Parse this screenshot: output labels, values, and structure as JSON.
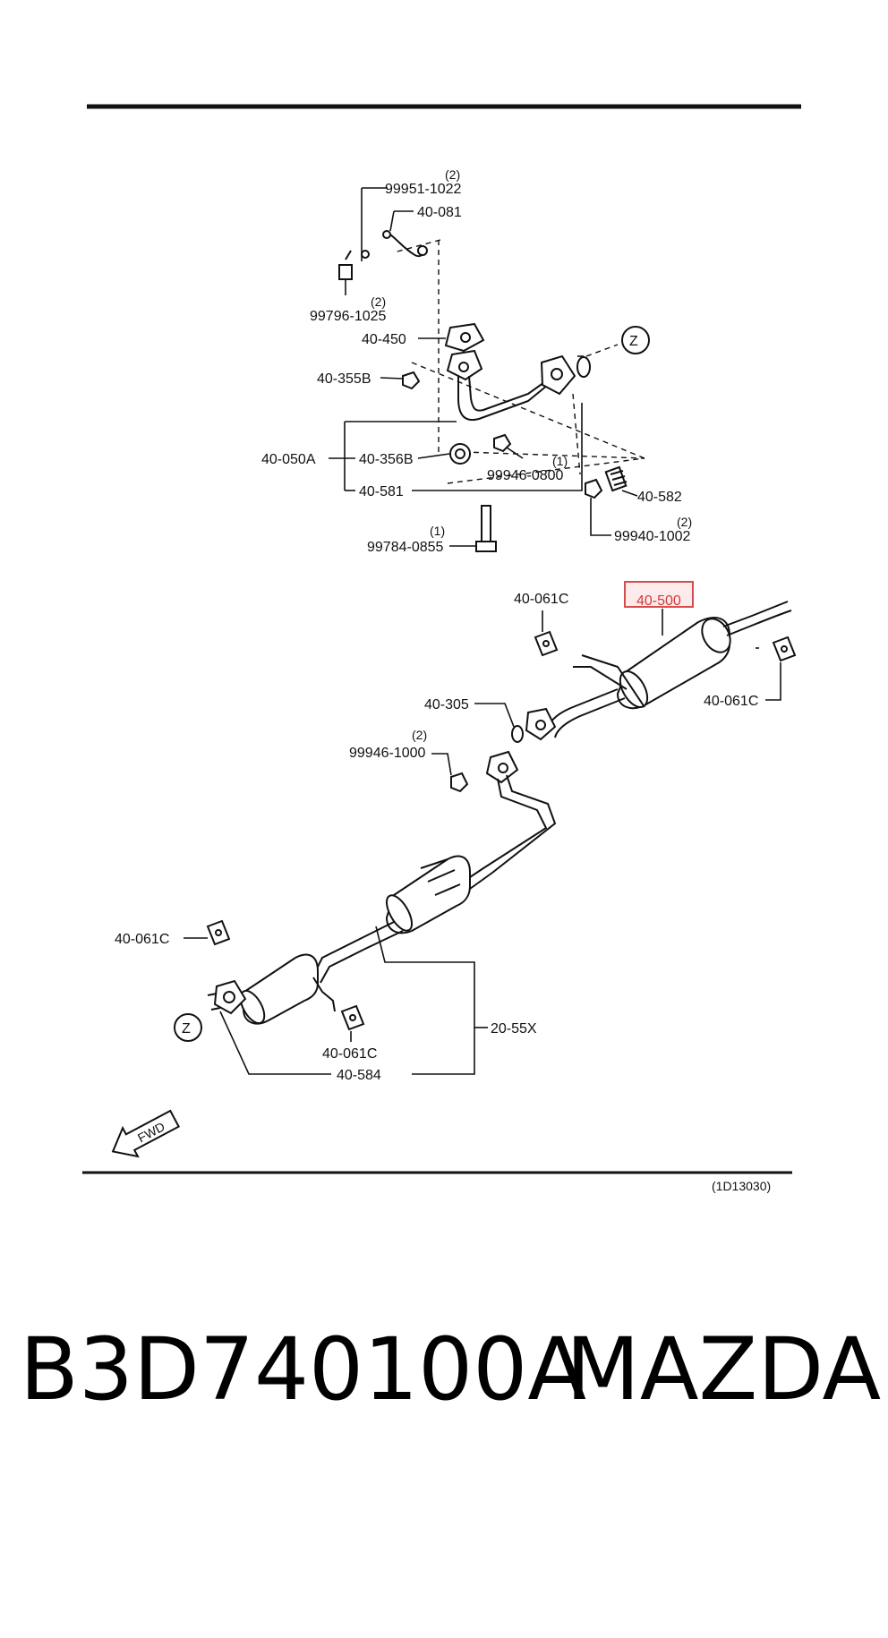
{
  "diagram": {
    "ref_code": "(1D13030)",
    "direction_label": "FWD",
    "view_marker": "Z",
    "highlighted_part": "40-500",
    "labels": {
      "p99951_1022": "99951-1022",
      "q99951_1022": "(2)",
      "p40_081": "40-081",
      "p99796_1025": "99796-1025",
      "q99796_1025": "(2)",
      "p40_450": "40-450",
      "p40_355B": "40-355B",
      "p40_050A": "40-050A",
      "p40_356B": "40-356B",
      "p99946_0800": "99946-0800",
      "q99946_0800": "(1)",
      "p40_581": "40-581",
      "p40_582": "40-582",
      "p99940_1002": "99940-1002",
      "q99940_1002": "(2)",
      "p99784_0855": "99784-0855",
      "q99784_0855": "(1)",
      "p40_061C_a": "40-061C",
      "p40_500": "40-500",
      "p40_061C_b": "40-061C",
      "p40_305": "40-305",
      "p99946_1000": "99946-1000",
      "q99946_1000": "(2)",
      "p40_061C_c": "40-061C",
      "p40_061C_d": "40-061C",
      "p20_55X": "20-55X",
      "p40_584": "40-584"
    }
  },
  "footer": {
    "part_number": "B3D740100A",
    "brand": "MAZDA"
  }
}
